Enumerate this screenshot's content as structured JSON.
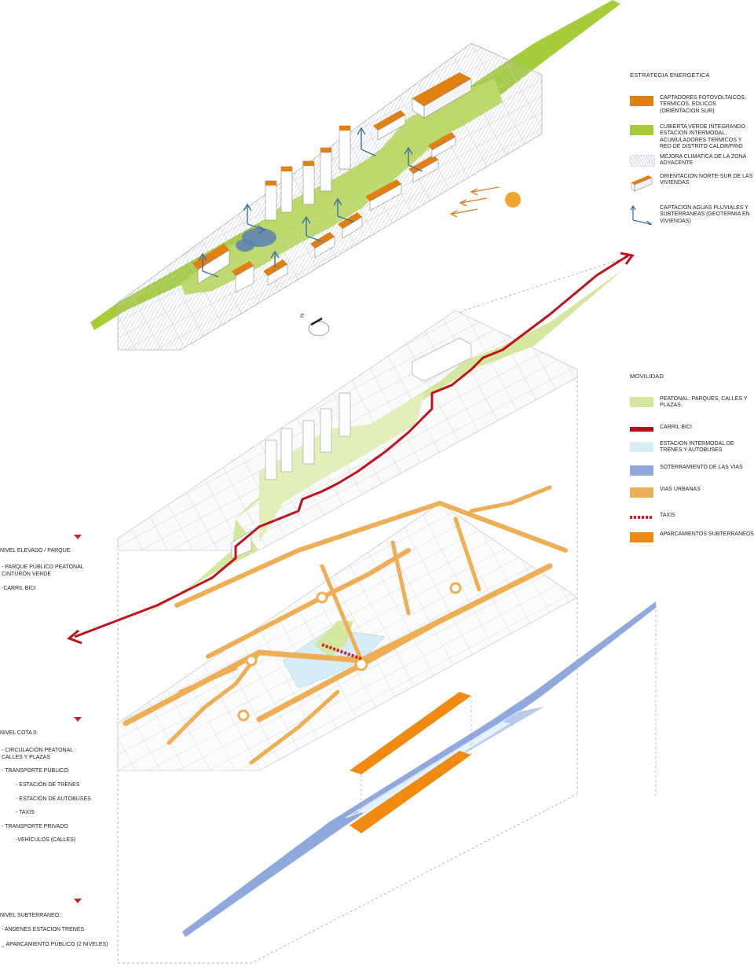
{
  "energy_legend": {
    "title": "ESTRATEGIA ENERGETICA",
    "items": [
      {
        "label": "CAPTADORES FOTOVOLTAICOS, TERMICOS, EOLICOS (ORIENTACION SUR)",
        "color": "#e07f12",
        "kind": "fill"
      },
      {
        "label": "CUBIERTA VERDE INTEGRANDO ESTACION INTERMODAL, ACUMULADORES TERMICOS Y RED DE DISTRITO CALOR/FRIO",
        "color": "#a6cc3a",
        "kind": "fill"
      },
      {
        "label": "MEJORA CLIMATICA DE LA ZONA ADYACENTE",
        "color": "#c9d3e0",
        "kind": "hatch"
      },
      {
        "label": "ORIENTACION NORTE-SUR DE LAS VIVIENDAS",
        "color": "#e07f12",
        "kind": "box"
      },
      {
        "label": "CAPTACION AGUAS PLUVIALES Y SUBTERRANEAS (GEOTERMIA EN VIVIENDAS)",
        "color": "#3e6fa5",
        "kind": "arrows"
      }
    ]
  },
  "mobility_legend": {
    "title": "MOVILIDAD",
    "items": [
      {
        "label": "PEATONAL: PARQUES, CALLES Y PLAZAS.",
        "color": "#d3e89c",
        "kind": "fill"
      },
      {
        "label": "CARRIL BICI",
        "color": "#b3121d",
        "kind": "bar"
      },
      {
        "label": "ESTACION INTERMODAL DE TRENES Y AUTOBUSES",
        "color": "#d6ecf6",
        "kind": "fill"
      },
      {
        "label": "SOTERRAMIENTO DE LAS VIAS",
        "color": "#8fa9dc",
        "kind": "fill"
      },
      {
        "label": "VIAS URBANAS",
        "color": "#eeae55",
        "kind": "fill"
      },
      {
        "label": "TAXIS",
        "color": "#d62028",
        "kind": "dots"
      },
      {
        "label": "APARCAMIENTOS SUBTERRANEOS",
        "color": "#f08a11",
        "kind": "fill"
      }
    ]
  },
  "levels": [
    {
      "title": "NIVEL ELEVADO / PARQUE",
      "lines": [
        "- PARQUE PÚBLICO PEATONAL\nCINTURÓN VERDE",
        "-CARRIL BICI"
      ]
    },
    {
      "title": "NIVEL COTA 0:",
      "lines": [
        "- CIRCULACIÓN PEATONAL :\nCALLES Y PLAZAS",
        "- TRANSPORTE PÚBLICO:",
        "- ESTACIÓN DE TRENES",
        "- ESTACIÓN DE AUTOBUSES",
        "- TAXIS",
        "- TRANSPORTE PRIVADO",
        "-VEHÍCULOS (CALLES)"
      ]
    },
    {
      "title": "NIVEL SUBTERRANEO:",
      "lines": [
        "- ANDENES ESTACION TRENES",
        "_ APARCAMIENTO PÚBLICO (2 NIVELES)"
      ]
    }
  ],
  "compass": {
    "label": "N"
  },
  "colors": {
    "accent_red": "#c0121e",
    "sun": "#f2a431",
    "green_roof": "#a6cc3a",
    "pedestrian": "#d3e89c",
    "road": "#eeae55",
    "tracks": "#8fa9dc",
    "parking": "#f08a11",
    "station": "#d6ecf6",
    "rain_arrows": "#3e6fa5"
  }
}
